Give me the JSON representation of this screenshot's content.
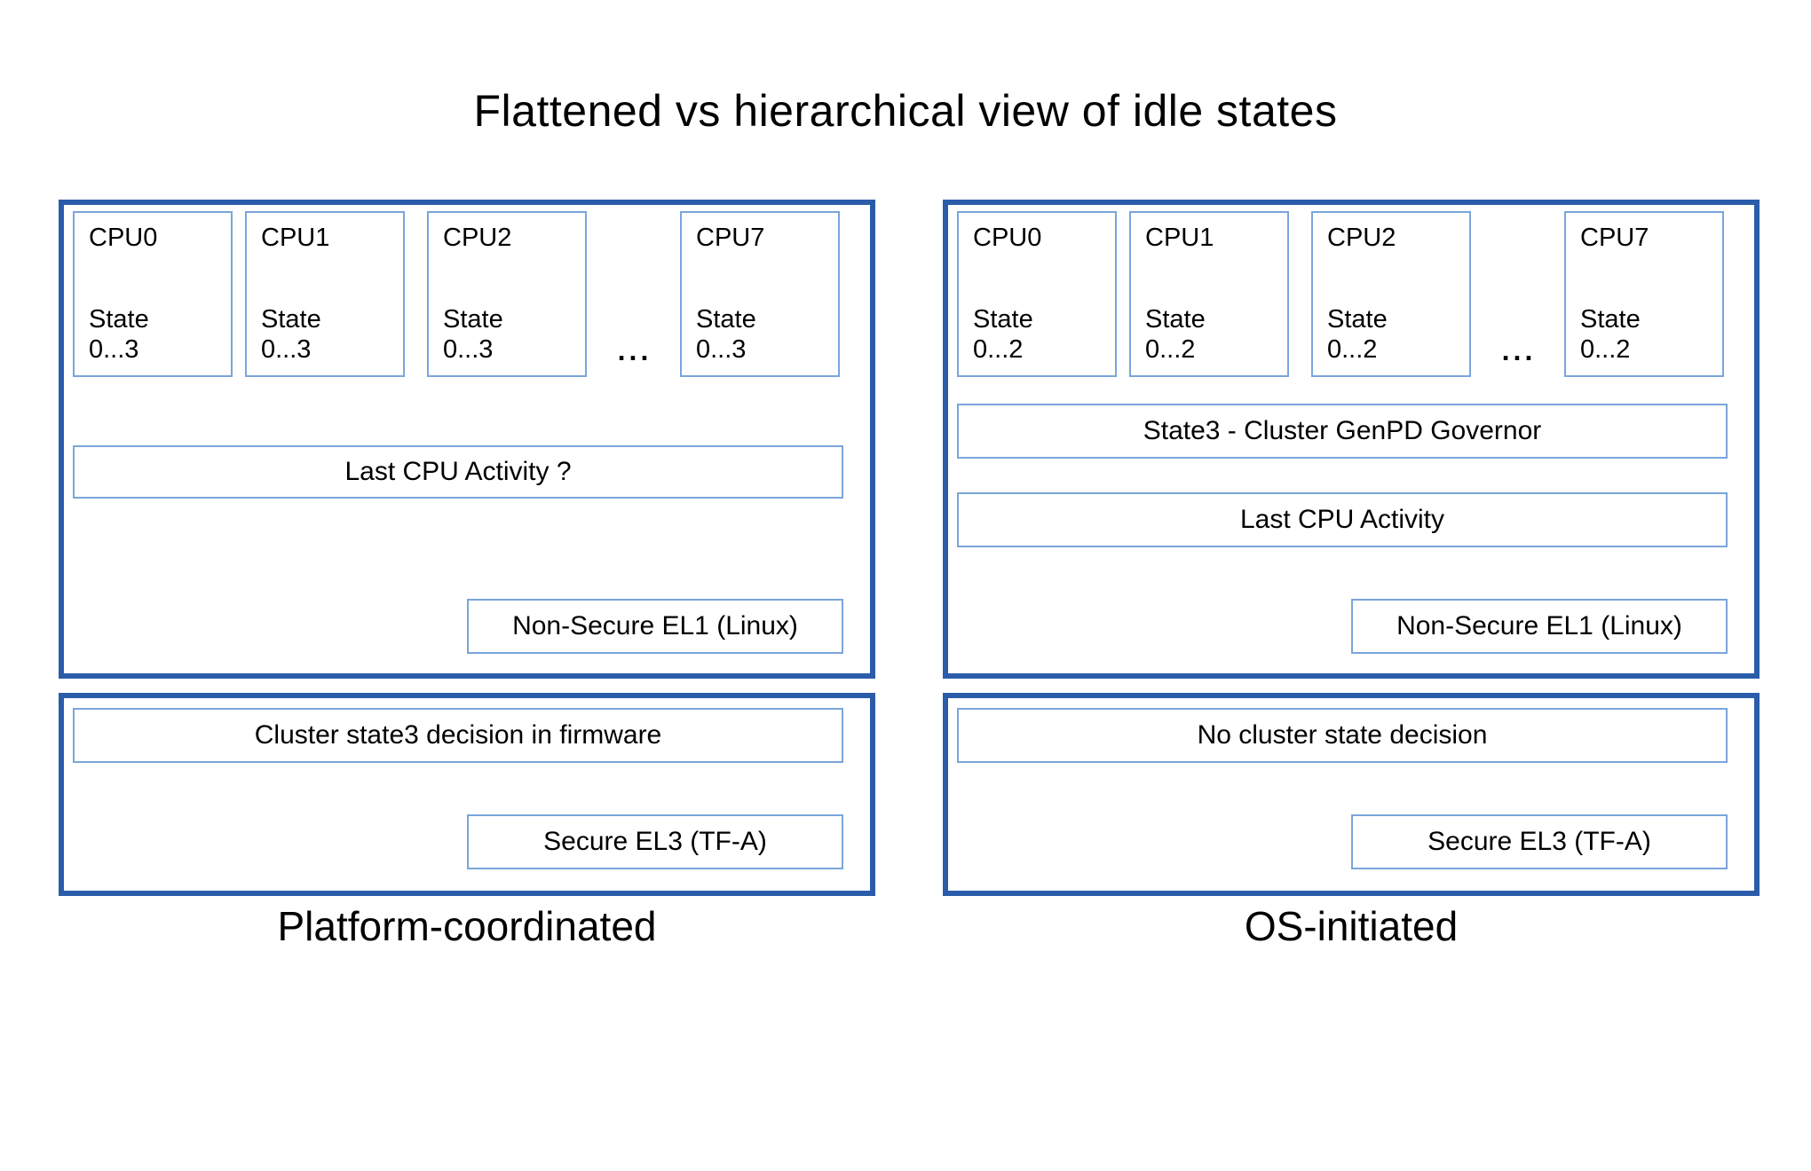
{
  "title": "Flattened vs hierarchical view of idle states",
  "ellipsis": "...",
  "colors": {
    "frame": "#2a5caa",
    "box": "#7aa5dc"
  },
  "panels": {
    "left": {
      "caption": "Platform-coordinated",
      "cpus": [
        {
          "name": "CPU0",
          "state": "State\n0...3"
        },
        {
          "name": "CPU1",
          "state": "State\n0...3"
        },
        {
          "name": "CPU2",
          "state": "State\n0...3"
        },
        {
          "name": "CPU7",
          "state": "State\n0...3"
        }
      ],
      "activity": "Last CPU Activity ?",
      "el1_label": "Non-Secure EL1 (Linux)",
      "firmware_decision": "Cluster state3 decision in firmware",
      "el3_label": "Secure EL3 (TF-A)"
    },
    "right": {
      "caption": "OS-initiated",
      "cpus": [
        {
          "name": "CPU0",
          "state": "State\n0...2"
        },
        {
          "name": "CPU1",
          "state": "State\n0...2"
        },
        {
          "name": "CPU2",
          "state": "State\n0...2"
        },
        {
          "name": "CPU7",
          "state": "State\n0...2"
        }
      ],
      "governor": "State3 - Cluster GenPD Governor",
      "activity": "Last CPU Activity",
      "el1_label": "Non-Secure EL1 (Linux)",
      "firmware_decision": "No cluster state decision",
      "el3_label": "Secure EL3 (TF-A)"
    }
  }
}
